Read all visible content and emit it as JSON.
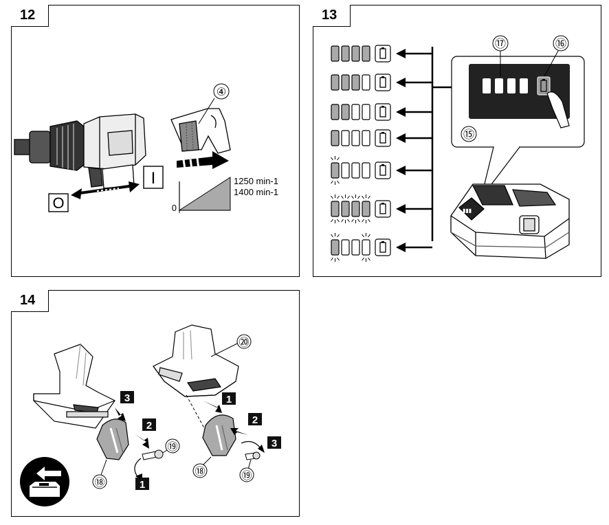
{
  "panels": [
    {
      "number": "12"
    },
    {
      "number": "13"
    },
    {
      "number": "14"
    }
  ],
  "fig12": {
    "callout_4": "④",
    "switch_on": "I",
    "switch_off": "O",
    "speed_high_1": "1250 min-1",
    "speed_high_2": "1400 min-1",
    "speed_zero": "0"
  },
  "fig13": {
    "callout_17": "⑰",
    "callout_16": "⑯",
    "callout_15": "⑮",
    "indicator_rows": [
      {
        "lit": 4,
        "blink": []
      },
      {
        "lit": 3,
        "blink": []
      },
      {
        "lit": 2,
        "blink": []
      },
      {
        "lit": 1,
        "blink": []
      },
      {
        "lit": 1,
        "blink": [
          0
        ]
      },
      {
        "lit": 4,
        "blink": [
          0,
          1,
          2,
          3
        ]
      },
      {
        "lit": 1,
        "blink": [
          0,
          3
        ]
      }
    ]
  },
  "fig14": {
    "callout_20": "⑳",
    "callout_18a": "⑱",
    "callout_19a": "⑲",
    "callout_18b": "⑱",
    "callout_19b": "⑲",
    "step_left_3": "3",
    "step_left_2": "2",
    "step_left_1": "1",
    "step_right_1": "1",
    "step_right_2": "2",
    "step_right_3": "3"
  }
}
